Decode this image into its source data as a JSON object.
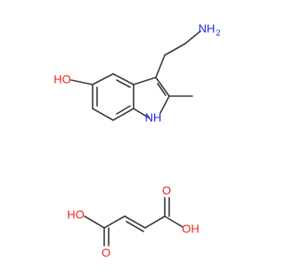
{
  "colors": {
    "bond": "#3a3a3a",
    "carbon": "#3a3a3a",
    "oxygen": "#e8231b",
    "nitrogen": "#2424e6",
    "background": "#ffffff"
  },
  "molecules": [
    {
      "name": "2-methylserotonin",
      "labels": {
        "amine": "NH",
        "amine_sub": "2",
        "hydroxyl": "HO",
        "indole_nh": "NH",
        "indole_h": "H"
      }
    },
    {
      "name": "fumaric acid",
      "labels": {
        "left_oh": "HO",
        "left_o": "O",
        "right_oh": "OH",
        "right_o": "O"
      }
    }
  ]
}
